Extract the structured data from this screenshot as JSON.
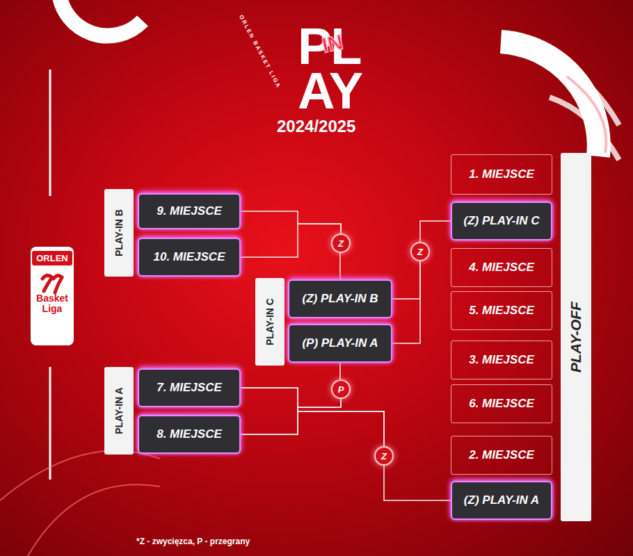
{
  "diagram": {
    "nodes": [
      {
        "text": [
          "PLAY-IN B"
        ]
      },
      {
        "text": [
          "9. MIEJSCE"
        ]
      },
      {
        "text": [
          "10. MIEJSCE"
        ]
      },
      {
        "text": [
          "PLAY-IN C"
        ]
      },
      {
        "text": [
          "(Z) PLAY-IN B"
        ]
      },
      {
        "text": [
          "(P) PLAY-IN A"
        ]
      },
      {
        "text": [
          "PLAY-IN A"
        ]
      },
      {
        "text": [
          "7. MIEJSCE"
        ]
      },
      {
        "text": [
          "8. MIEJSCE"
        ]
      },
      {
        "text": [
          "1. MIEJSCE"
        ]
      },
      {
        "text": [
          "(Z) PLAY-IN C"
        ]
      },
      {
        "text": [
          "4. MIEJSCE"
        ]
      },
      {
        "text": [
          "5. MIEJSCE"
        ]
      },
      {
        "text": [
          "3. MIEJSCE"
        ]
      },
      {
        "text": [
          "6. MIEJSCE"
        ]
      },
      {
        "text": [
          "2. MIEJSCE"
        ]
      },
      {
        "text": [
          "(Z) PLAY-IN A"
        ]
      },
      {
        "text": [
          "PLAY-OFF"
        ]
      },
      {
        "text": [
          "Z"
        ]
      },
      {
        "text": [
          "Z"
        ]
      },
      {
        "text": [
          "P"
        ]
      },
      {
        "text": [
          "Z"
        ]
      },
      {
        "text": [
          "ORLEN",
          "Basket Liga"
        ]
      }
    ],
    "edges": [
      {
        "from": 1,
        "to": 18,
        "arrow": "none"
      },
      {
        "from": 2,
        "to": 18,
        "arrow": "none"
      },
      {
        "from": 18,
        "to": 4,
        "arrow": "none"
      },
      {
        "from": 4,
        "to": 19,
        "arrow": "none"
      },
      {
        "from": 5,
        "to": 19,
        "arrow": "none"
      },
      {
        "from": 19,
        "to": 10,
        "arrow": "none"
      },
      {
        "from": 7,
        "to": 20,
        "arrow": "none"
      },
      {
        "from": 8,
        "to": 20,
        "arrow": "none"
      },
      {
        "from": 20,
        "to": 5,
        "arrow": "none"
      },
      {
        "from": 7,
        "to": 21,
        "arrow": "none"
      },
      {
        "from": 8,
        "to": 21,
        "arrow": "none"
      },
      {
        "from": 21,
        "to": 16,
        "arrow": "none"
      }
    ],
    "labels": [
      "PL",
      "IN",
      "AY",
      "2024/2025",
      "ORLEN BASKET LIGA",
      "*Z - zwycięzca, P - przegrany"
    ]
  }
}
